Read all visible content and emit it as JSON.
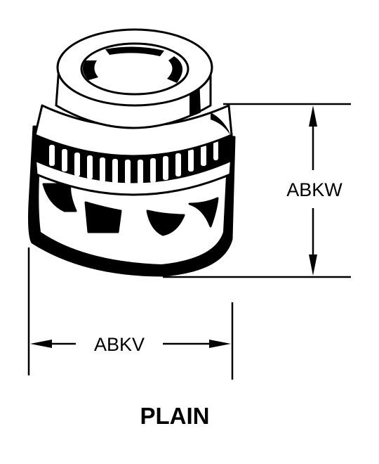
{
  "diagram": {
    "dimension_height_label": "ABKW",
    "dimension_width_label": "ABKV",
    "caption": "PLAIN"
  }
}
